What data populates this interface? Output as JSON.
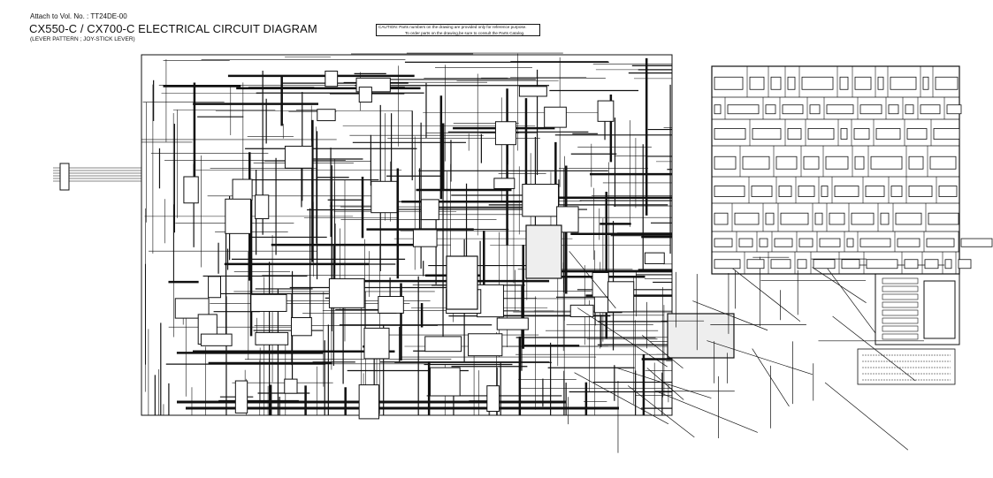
{
  "header": {
    "attach": "Attach to Vol. No. : TT24DE-00",
    "title": "CX550-C / CX700-C ELECTRICAL CIRCUIT DIAGRAM",
    "subtitle": "(LEVER  PATTERN ; JOY-STICK  LEVER)"
  },
  "caution": {
    "icon": "warning-icon",
    "line1": "CAUTION: Parts numbers on the drawing are provided only for reference purpose.",
    "line2": "To order parts on the drawing,be sure to consult the Parts Catalog."
  }
}
